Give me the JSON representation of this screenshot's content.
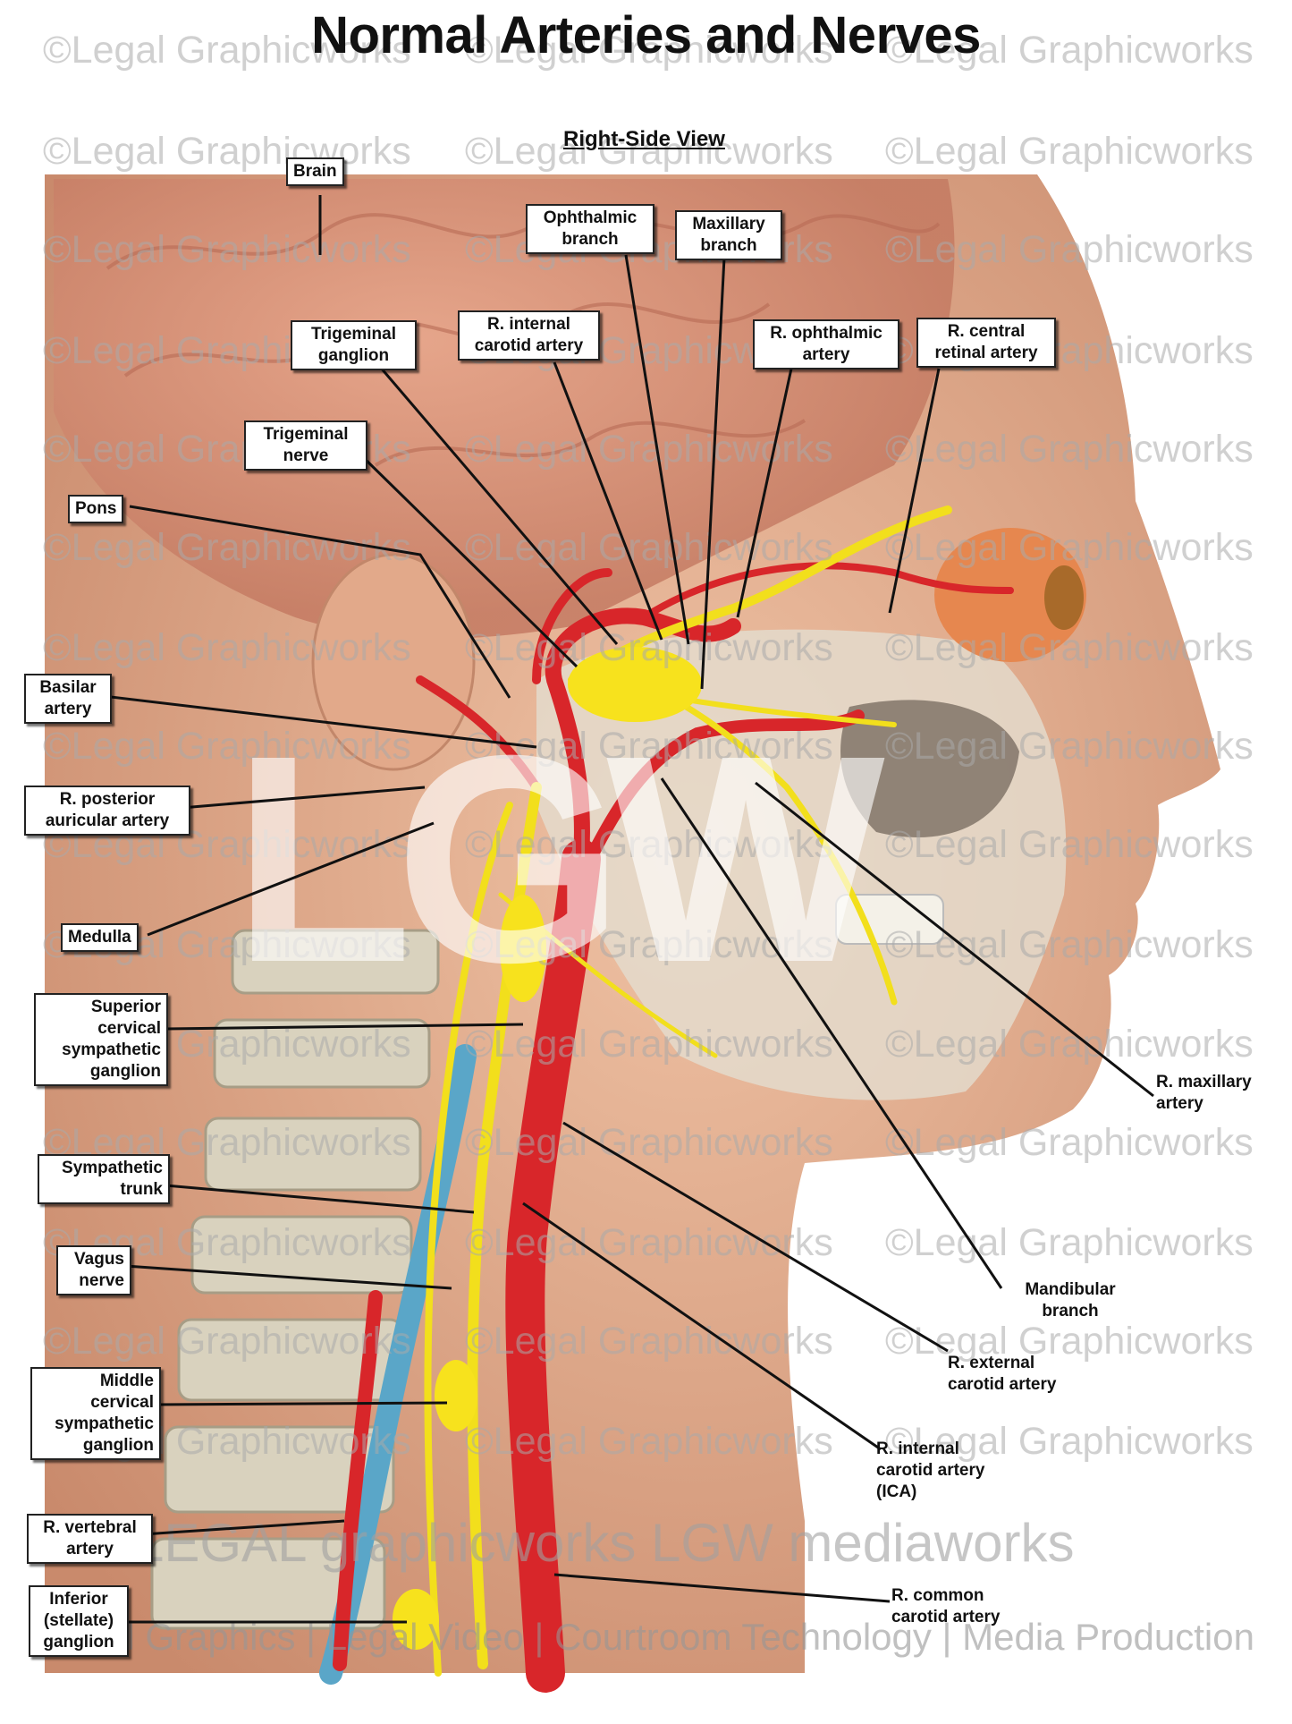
{
  "title": "Normal Arteries and Nerves",
  "subtitle": "Right-Side View",
  "watermark": "©Legal Graphicworks",
  "big_logo": "LGW",
  "footer_brand": "LEGAL graphicworks  LGW mediaworks",
  "footer_tagline": "Legal Graphics | Legal Video | Courtroom Technology | Media Production",
  "colors": {
    "artery": "#d8262a",
    "nerve": "#f2df1c",
    "vertebral_vein": "#5aa6c8",
    "skin": "#e6b191",
    "bone": "#ddd6c3"
  },
  "labels": {
    "brain": "Brain",
    "ophthalmic_branch": "Ophthalmic branch",
    "maxillary_branch": "Maxillary branch",
    "trigeminal_ganglion": "Trigeminal ganglion",
    "r_internal_carotid_upper": "R. internal carotid artery",
    "r_ophthalmic_artery": "R. ophthalmic artery",
    "r_central_retinal_artery": "R. central retinal artery",
    "trigeminal_nerve": "Trigeminal nerve",
    "pons": "Pons",
    "basilar_artery": "Basilar artery",
    "r_posterior_auricular": "R. posterior auricular artery",
    "medulla": "Medulla",
    "superior_cervical": "Superior cervical sympathetic ganglion",
    "sympathetic_trunk": "Sympathetic trunk",
    "vagus_nerve": "Vagus nerve",
    "middle_cervical": "Middle cervical sympathetic ganglion",
    "r_vertebral_artery": "R. vertebral artery",
    "inferior_stellate": "Inferior (stellate) ganglion",
    "r_maxillary_artery": "R. maxillary artery",
    "mandibular_branch": "Mandibular branch",
    "r_external_carotid": "R. external carotid artery",
    "r_internal_carotid_ica": "R. internal carotid artery (ICA)",
    "r_common_carotid": "R. common carotid artery"
  }
}
